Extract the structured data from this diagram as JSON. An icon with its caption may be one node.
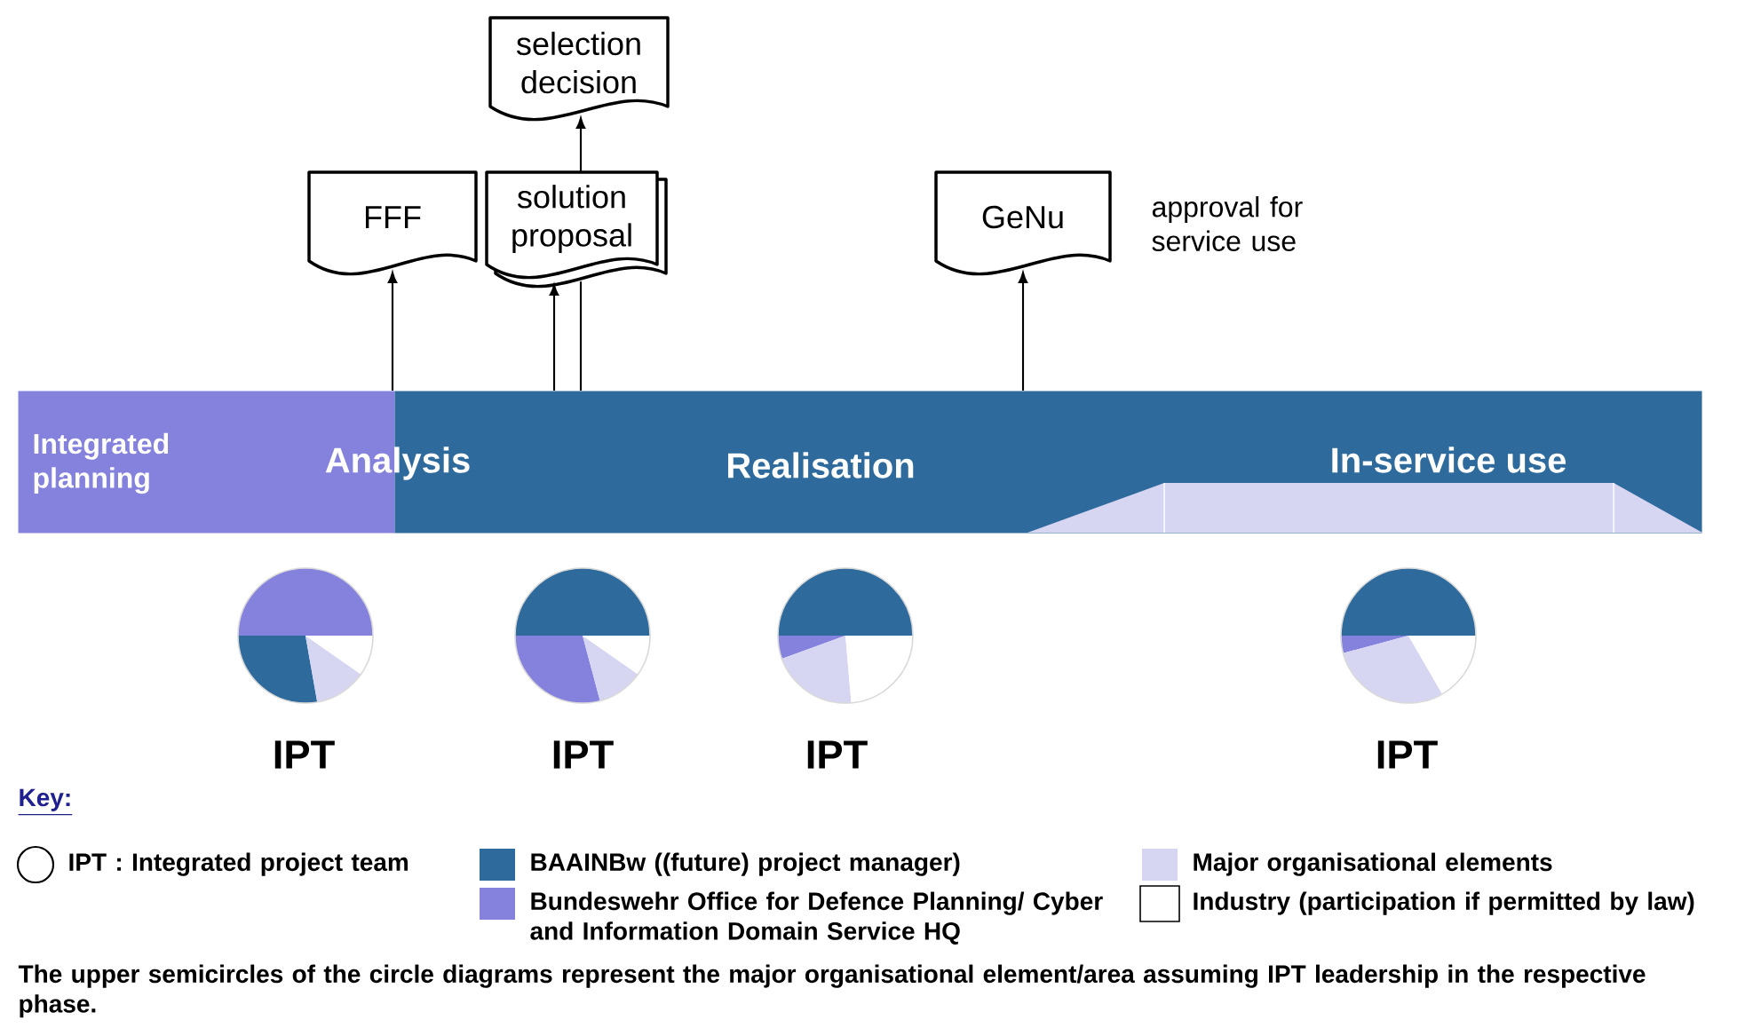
{
  "diagram": {
    "caption": "The upper semicircles of the circle diagrams represent the major organisational element/area assuming IPT leadership in the respective phase.",
    "nodes": [
      {
        "text": [
          "FFF"
        ]
      },
      {
        "text": [
          "solution proposal"
        ]
      },
      {
        "text": [
          "selection decision"
        ]
      },
      {
        "text": [
          "GeNu"
        ],
        "beside": [
          "approval for service use"
        ]
      },
      {
        "text": [
          "Integrated planning"
        ]
      },
      {
        "text": [
          "Analysis",
          "Realisation"
        ]
      },
      {
        "text": [
          "In-service use"
        ],
        "in": 5
      }
    ],
    "edges": [
      {
        "from": 5,
        "to": 0,
        "arrow": "to"
      },
      {
        "from": 5,
        "to": 1,
        "arrow": "to"
      },
      {
        "from": 5,
        "to": 1,
        "arrow": "none"
      },
      {
        "from": 1,
        "to": 2,
        "arrow": "to"
      },
      {
        "from": 5,
        "to": 3,
        "arrow": "to"
      }
    ],
    "labels": [
      "IPT",
      "IPT",
      "IPT",
      "IPT",
      "Key:"
    ],
    "legend": [
      {
        "text": "IPT : Integrated project team"
      },
      {
        "text": "BAAINBw ((future) project manager)",
        "color": "#2e6b9c"
      },
      {
        "text": "Bundeswehr Office for Defence Planning/ Cyber and Information Domain Service HQ",
        "color": "#8582de"
      },
      {
        "text": "Major organisational elements",
        "color": "#d6d6f3"
      },
      {
        "text": "Industry (participation if permitted by law)",
        "color": "#ffffff"
      }
    ]
  }
}
